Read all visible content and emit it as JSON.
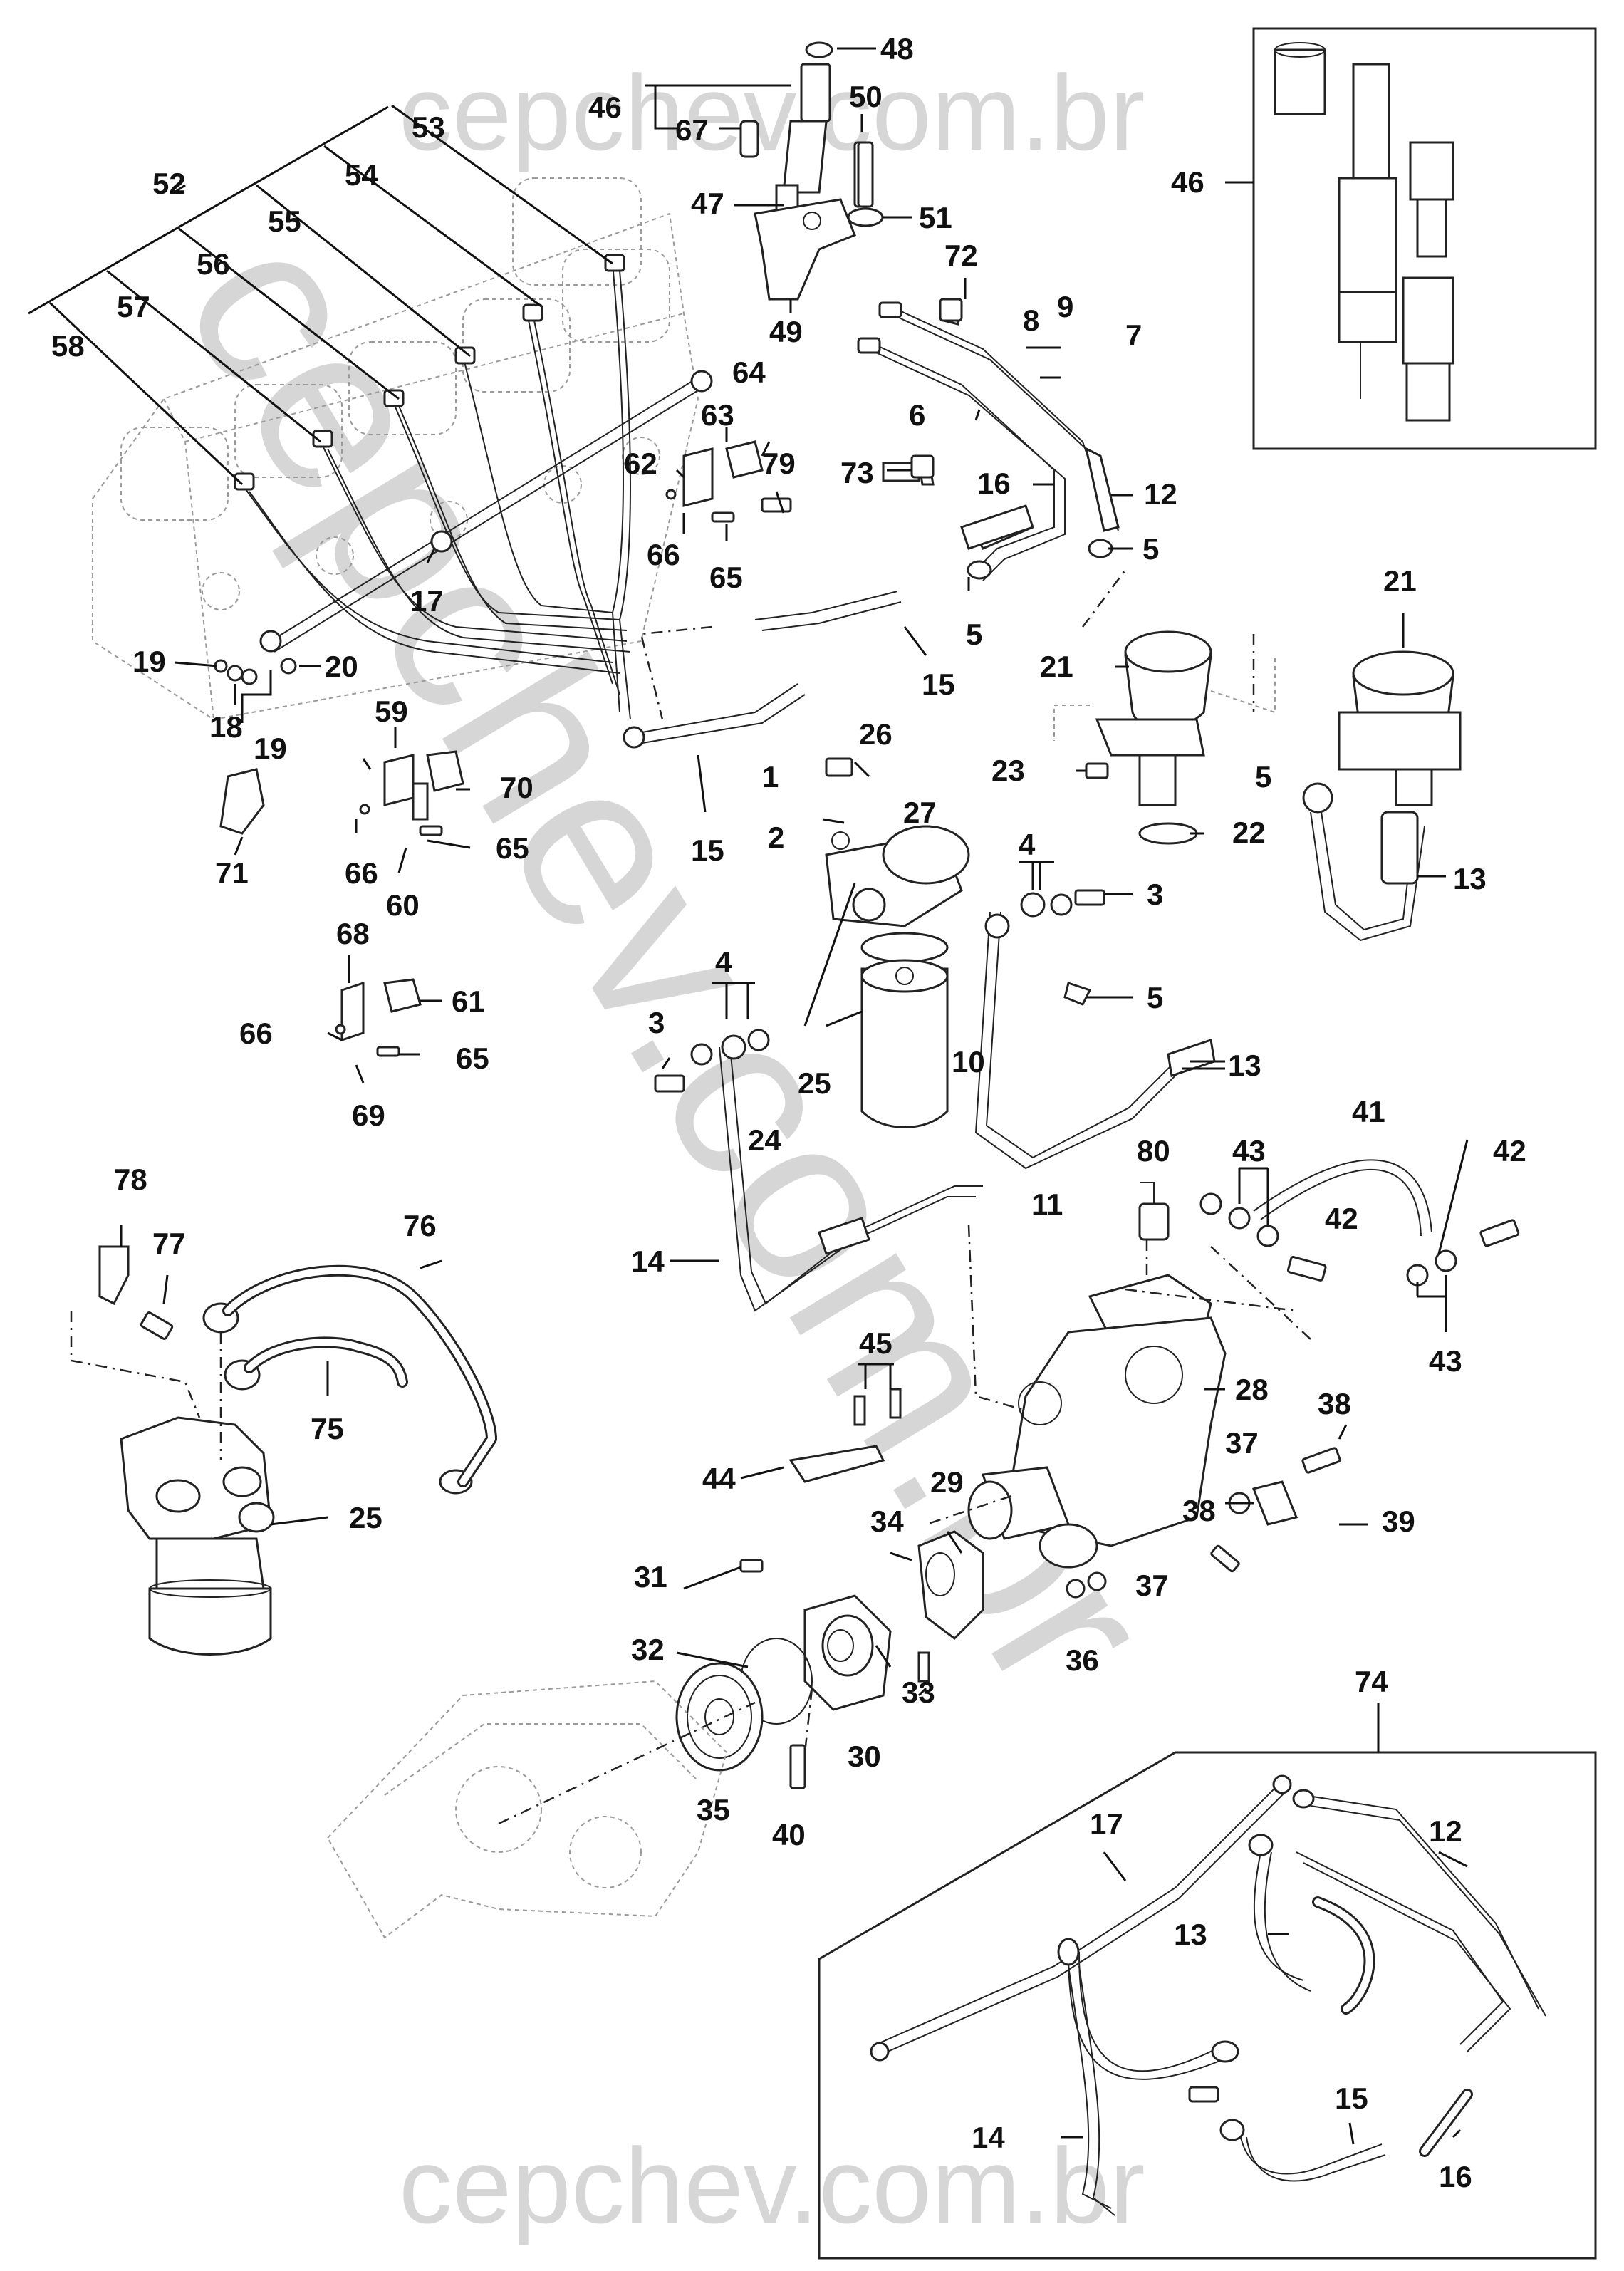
{
  "watermark": {
    "top": "cepchev.com.br",
    "bottom": "cepchev.com.br",
    "diagonal": "cepchev.com.br"
  },
  "callouts": {
    "c1": "1",
    "c2": "2",
    "c3a": "3",
    "c3b": "3",
    "c4a": "4",
    "c4b": "4",
    "c5a": "5",
    "c5b": "5",
    "c5c": "5",
    "c5d": "5",
    "c6": "6",
    "c7": "7",
    "c8": "8",
    "c9": "9",
    "c10": "10",
    "c11": "11",
    "c12a": "12",
    "c12b": "12",
    "c13a": "13",
    "c13b": "13",
    "c13c": "13",
    "c14a": "14",
    "c14b": "14",
    "c15a": "15",
    "c15b": "15",
    "c15c": "15",
    "c16a": "16",
    "c16b": "16",
    "c17a": "17",
    "c17b": "17",
    "c18": "18",
    "c19a": "19",
    "c19b": "19",
    "c20": "20",
    "c21a": "21",
    "c21b": "21",
    "c22": "22",
    "c23": "23",
    "c24": "24",
    "c25a": "25",
    "c25b": "25",
    "c26": "26",
    "c27": "27",
    "c28": "28",
    "c29": "29",
    "c30": "30",
    "c31": "31",
    "c32": "32",
    "c33": "33",
    "c34": "34",
    "c35": "35",
    "c36": "36",
    "c37a": "37",
    "c37b": "37",
    "c38a": "38",
    "c38b": "38",
    "c39": "39",
    "c40": "40",
    "c41": "41",
    "c42a": "42",
    "c42b": "42",
    "c43a": "43",
    "c43b": "43",
    "c44": "44",
    "c45": "45",
    "c46a": "46",
    "c46b": "46",
    "c47": "47",
    "c48": "48",
    "c49": "49",
    "c50": "50",
    "c51": "51",
    "c52": "52",
    "c53": "53",
    "c54": "54",
    "c55": "55",
    "c56": "56",
    "c57": "57",
    "c58": "58",
    "c59": "59",
    "c60": "60",
    "c61": "61",
    "c62": "62",
    "c63": "63",
    "c64": "64",
    "c65a": "65",
    "c65b": "65",
    "c65c": "65",
    "c66a": "66",
    "c66b": "66",
    "c66c": "66",
    "c67": "67",
    "c68": "68",
    "c69": "69",
    "c70": "70",
    "c71": "71",
    "c72": "72",
    "c73": "73",
    "c74": "74",
    "c75": "75",
    "c76": "76",
    "c77": "77",
    "c78": "78",
    "c79": "79",
    "c80": "80"
  }
}
